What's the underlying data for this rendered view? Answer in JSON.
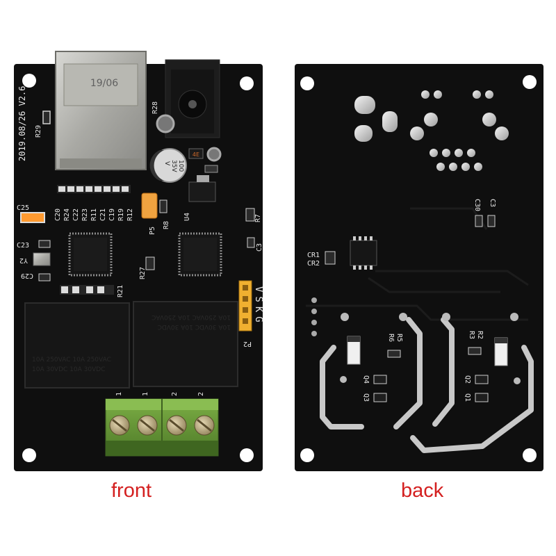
{
  "captions": {
    "front": "front",
    "back": "back"
  },
  "front_board": {
    "version_text": "2019.08/26  V2.6",
    "jack_print": "19/06",
    "capacitor_text_1": "100",
    "capacitor_text_2": "35V",
    "capacitor_text_3": "V",
    "regulator_mark": "4E",
    "header_pins": "VSKG",
    "terminal_labels": [
      "1",
      "1",
      "2",
      "2"
    ],
    "relay_text_1": "10A 250VAC  10A 250VAC",
    "relay_text_2": "10A 30VDC  10A 30VDC",
    "labels": {
      "r29": "R29",
      "r28": "R28",
      "c20": "C20",
      "r24": "R24",
      "c22": "C22",
      "r23": "R23",
      "r11": "R11",
      "c21": "C21",
      "c19": "C19",
      "r19": "R19",
      "r12": "R12",
      "c25": "C25",
      "p5": "P5",
      "r8": "R8",
      "u4": "U4",
      "r7": "R7",
      "c3": "C3",
      "c23": "C23",
      "y2": "Y2",
      "c29": "C29",
      "r27": "R27",
      "r21": "R21",
      "p2": "P2"
    }
  },
  "back_board": {
    "labels": {
      "c30": "C30",
      "c3": "C3",
      "cr1": "CR1",
      "cr2": "CR2",
      "r5": "R5",
      "r6": "R6",
      "r2": "R2",
      "r3": "R3",
      "q4": "Q4",
      "q3": "Q3",
      "q2": "Q2",
      "q1": "Q1"
    }
  },
  "colors": {
    "pcb": "#0f0f0f",
    "silkscreen": "#e8e8e8",
    "terminal_green": "#6a9a3a",
    "relay_body": "#161616",
    "caption_red": "#d42020"
  }
}
